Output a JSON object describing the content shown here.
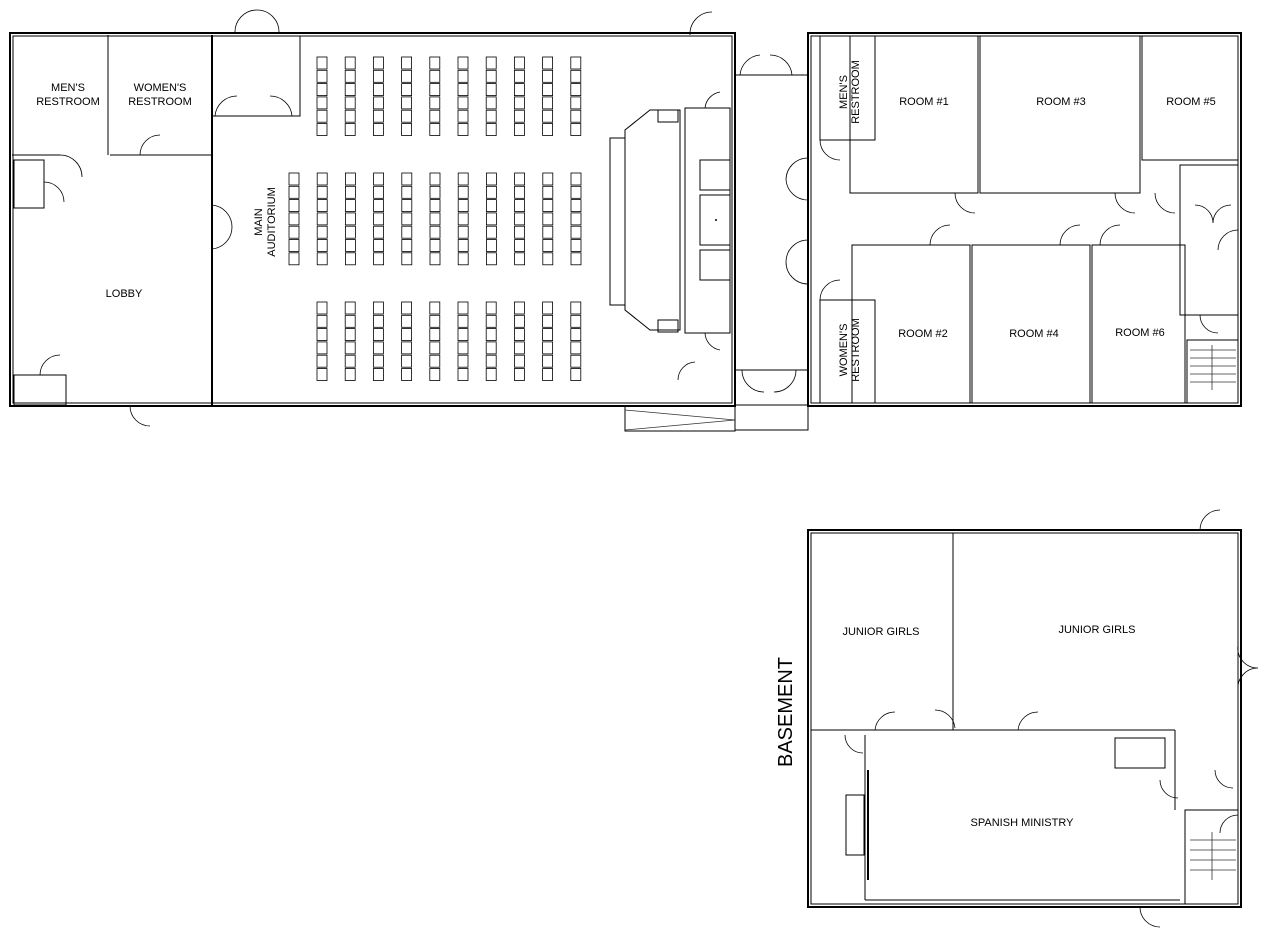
{
  "main_floor": {
    "rooms": {
      "mens_restroom_left": [
        "MEN'S",
        "RESTROOM"
      ],
      "womens_restroom_left": [
        "WOMEN'S",
        "RESTROOM"
      ],
      "lobby": "LOBBY",
      "auditorium": [
        "MAIN",
        "AUDITORIUM"
      ],
      "mens_restroom_right": [
        "MEN'S",
        "RESTROOM"
      ],
      "womens_restroom_right": [
        "WOMEN'S",
        "RESTROOM"
      ],
      "room1": "ROOM #1",
      "room2": "ROOM #2",
      "room3": "ROOM #3",
      "room4": "ROOM #4",
      "room5": "ROOM #5",
      "room6": "ROOM #6"
    },
    "seating": {
      "upper_block": {
        "columns": 10,
        "rows": 6
      },
      "middle_block": {
        "columns": 11,
        "rows": 7
      },
      "lower_block": {
        "columns": 10,
        "rows": 6
      }
    }
  },
  "basement": {
    "title": "BASEMENT",
    "rooms": {
      "junior_girls_left": "JUNIOR GIRLS",
      "junior_girls_right": "JUNIOR GIRLS",
      "spanish_ministry": "SPANISH MINISTRY"
    }
  }
}
